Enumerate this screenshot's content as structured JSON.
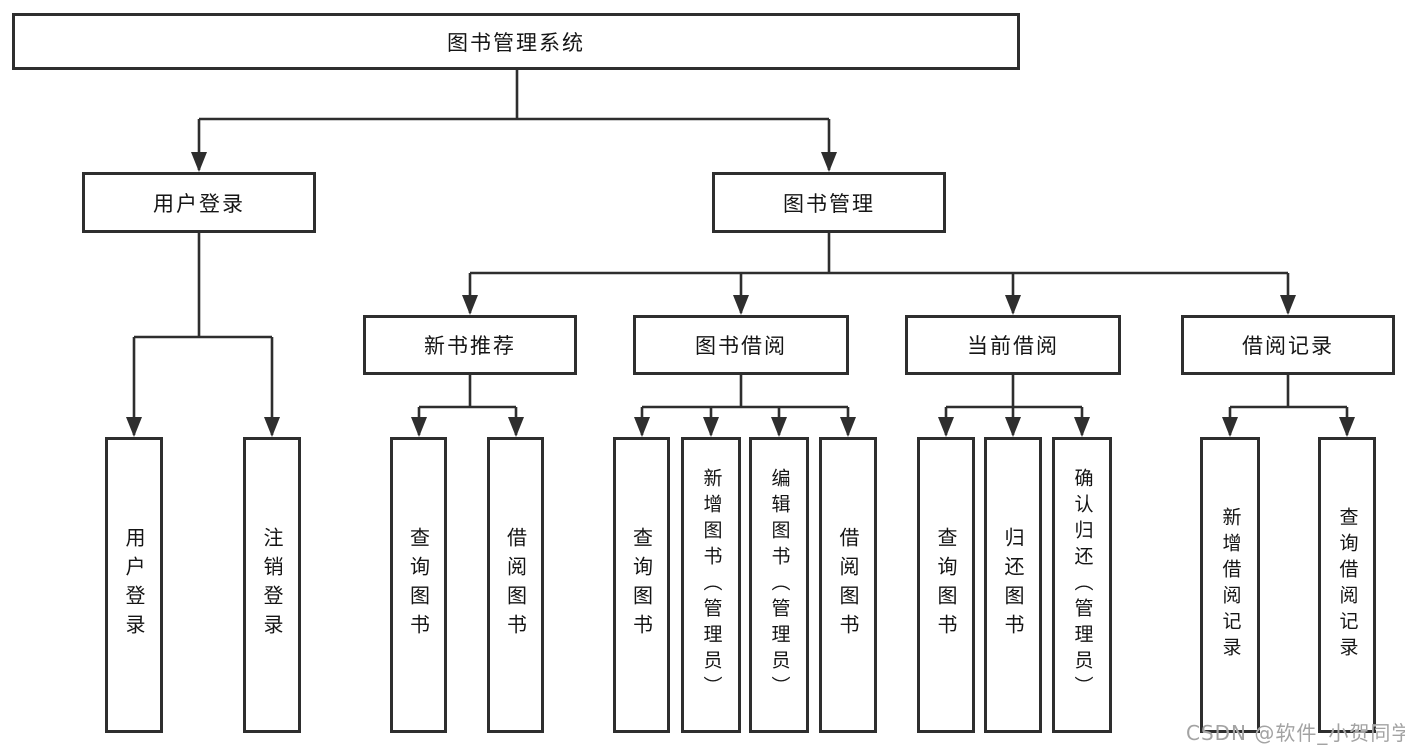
{
  "diagram": {
    "root": {
      "label": "图书管理系统"
    },
    "branches": [
      {
        "label": "用户登录",
        "children": [
          {
            "label": "用户登录"
          },
          {
            "label": "注销登录"
          }
        ]
      },
      {
        "label": "图书管理",
        "children": [
          {
            "label": "新书推荐",
            "children": [
              {
                "label": "查询图书"
              },
              {
                "label": "借阅图书"
              }
            ]
          },
          {
            "label": "图书借阅",
            "children": [
              {
                "label": "查询图书"
              },
              {
                "label": "新增图书（管理员）"
              },
              {
                "label": "编辑图书（管理员）"
              },
              {
                "label": "借阅图书"
              }
            ]
          },
          {
            "label": "当前借阅",
            "children": [
              {
                "label": "查询图书"
              },
              {
                "label": "归还图书"
              },
              {
                "label": "确认归还（管理员）"
              }
            ]
          },
          {
            "label": "借阅记录",
            "children": [
              {
                "label": "新增借阅记录"
              },
              {
                "label": "查询借阅记录"
              }
            ]
          }
        ]
      }
    ]
  },
  "watermark": {
    "text": "CSDN @软件_小贺同学"
  },
  "colors": {
    "line": "#2e2e2e",
    "text": "#151515",
    "watermark": "#a3a3a3"
  }
}
